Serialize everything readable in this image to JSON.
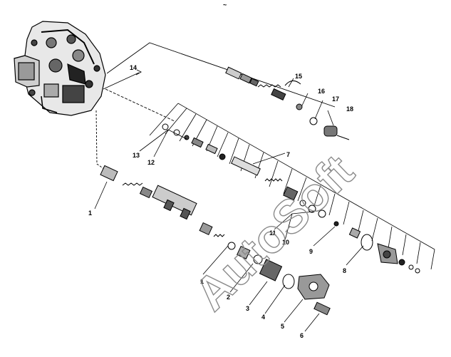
{
  "watermark": "AutoSoft",
  "header_mark": "~",
  "callouts": [
    {
      "id": "c1a",
      "text": "1"
    },
    {
      "id": "c1b",
      "text": "1"
    },
    {
      "id": "c2",
      "text": "2"
    },
    {
      "id": "c3",
      "text": "3"
    },
    {
      "id": "c4",
      "text": "4"
    },
    {
      "id": "c5",
      "text": "5"
    },
    {
      "id": "c6",
      "text": "6"
    },
    {
      "id": "c7",
      "text": "7"
    },
    {
      "id": "c8",
      "text": "8"
    },
    {
      "id": "c9",
      "text": "9"
    },
    {
      "id": "c10",
      "text": "10"
    },
    {
      "id": "c11",
      "text": "11"
    },
    {
      "id": "c12",
      "text": "12"
    },
    {
      "id": "c13",
      "text": "13"
    },
    {
      "id": "c14",
      "text": "14"
    },
    {
      "id": "c15",
      "text": "15"
    },
    {
      "id": "c16",
      "text": "16"
    },
    {
      "id": "c17",
      "text": "17"
    },
    {
      "id": "c18",
      "text": "18"
    }
  ]
}
